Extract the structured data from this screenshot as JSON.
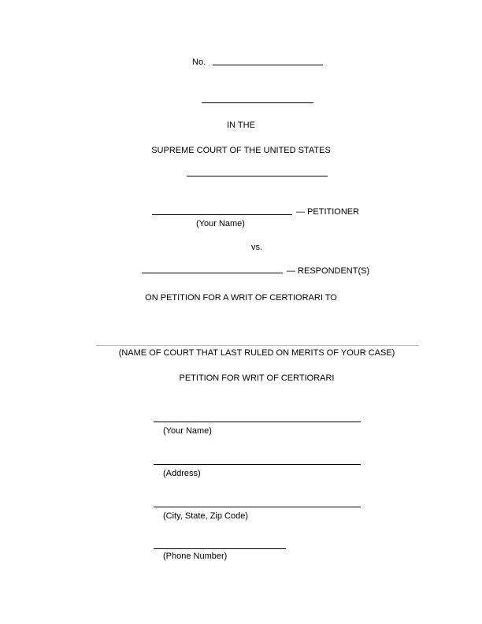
{
  "header": {
    "no_label": "No."
  },
  "court": {
    "in_the": "IN THE",
    "name": "SUPREME COURT OF THE UNITED STATES"
  },
  "parties": {
    "petitioner_suffix": "— PETITIONER",
    "petitioner_caption": "(Your Name)",
    "versus": "vs.",
    "respondent_suffix": "— RESPONDENT(S)"
  },
  "petition": {
    "on_petition": "ON PETITION FOR A WRIT OF CERTIORARI TO",
    "lower_court_caption": "(NAME OF COURT THAT LAST RULED ON MERITS OF YOUR CASE)",
    "title": "PETITION FOR WRIT OF CERTIORARI"
  },
  "signature_block": {
    "name": "(Your Name)",
    "address": "(Address)",
    "city": "(City, State, Zip Code)",
    "phone": "(Phone Number)"
  }
}
